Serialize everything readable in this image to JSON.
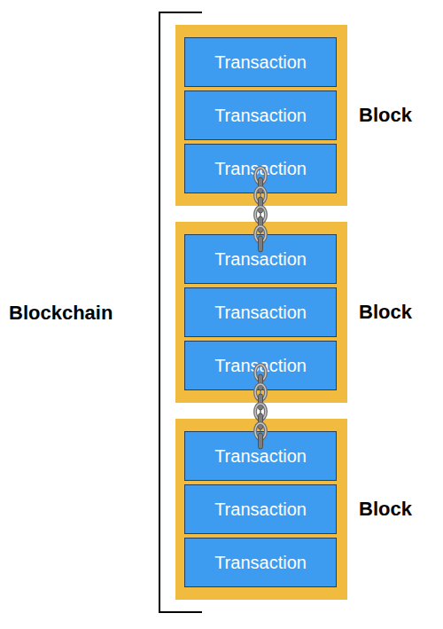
{
  "diagram": {
    "nodes": [
      {
        "text": [
          "Block"
        ]
      },
      {
        "text": [
          "Transaction"
        ],
        "in": 0
      },
      {
        "text": [
          "Transaction"
        ],
        "in": 0
      },
      {
        "text": [
          "Transaction"
        ],
        "in": 0
      },
      {
        "text": [
          "Block"
        ]
      },
      {
        "text": [
          "Transaction"
        ],
        "in": 4
      },
      {
        "text": [
          "Transaction"
        ],
        "in": 4
      },
      {
        "text": [
          "Transaction"
        ],
        "in": 4
      },
      {
        "text": [
          "Block"
        ]
      },
      {
        "text": [
          "Transaction"
        ],
        "in": 8
      },
      {
        "text": [
          "Transaction"
        ],
        "in": 8
      },
      {
        "text": [
          "Transaction"
        ],
        "in": 8
      }
    ],
    "edges": [
      {
        "from": 3,
        "to": 5,
        "arrow": "none"
      },
      {
        "from": 7,
        "to": 9,
        "arrow": "none"
      }
    ],
    "labels": [
      "Blockchain"
    ]
  }
}
